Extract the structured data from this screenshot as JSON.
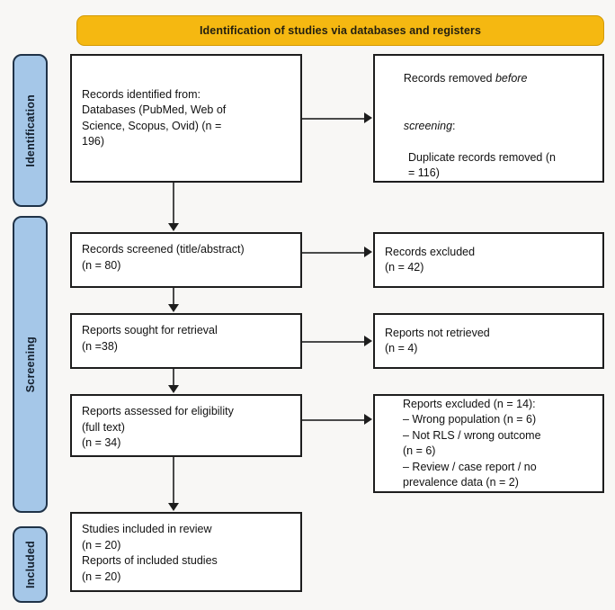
{
  "banner": {
    "title": "Identification of studies via databases and registers"
  },
  "colors": {
    "banner_fill": "#f5b811",
    "banner_border": "#d39a05",
    "stage_fill": "#a5c7e8",
    "stage_border": "#1f3247",
    "box_border": "#1d1d1d",
    "background": "#f8f7f5",
    "connector": "#4a4a4a"
  },
  "stages": [
    {
      "id": "identification",
      "label": "Identification"
    },
    {
      "id": "screening",
      "label": "Screening"
    },
    {
      "id": "included",
      "label": "Included"
    }
  ],
  "boxes": {
    "identified": {
      "lines": [
        "Records identified from:",
        "Databases (PubMed, Web of",
        "Science, Scopus, Ovid) (n =",
        "196)"
      ]
    },
    "removed": {
      "line1_plain": "Records removed ",
      "line1_italic": "before",
      "line2_italic": "screening",
      "line2_plain": ":",
      "line3": "Duplicate records removed (n",
      "line4": "= 116)"
    },
    "screened": {
      "lines": [
        "Records screened (title/abstract)",
        "(n = 80)"
      ]
    },
    "excluded": {
      "lines": [
        "Records excluded",
        "(n = 42)"
      ]
    },
    "sought": {
      "lines": [
        "Reports sought for retrieval",
        "(n =38)"
      ]
    },
    "not_retrieved": {
      "lines": [
        "Reports not retrieved",
        "(n = 4)"
      ]
    },
    "eligibility": {
      "lines": [
        "Reports assessed for eligibility",
        "(full text)",
        "(n = 34)"
      ]
    },
    "reports_excluded": {
      "lines": [
        "Reports excluded (n = 14):",
        "– Wrong population (n = 6)",
        "– Not RLS / wrong outcome",
        "(n = 6)",
        "– Review / case report / no",
        "prevalence data (n = 2)"
      ]
    },
    "included": {
      "lines": [
        "Studies included in review",
        "(n = 20)",
        "Reports of included studies",
        "(n = 20)"
      ]
    }
  },
  "chart_data": {
    "type": "diagram",
    "title": "PRISMA 2020 flow diagram",
    "subtitle": "Identification of studies via databases and registers",
    "nodes": [
      {
        "id": "identified",
        "stage": "Identification",
        "label": "Records identified from: Databases (PubMed, Web of Science, Scopus, Ovid)",
        "n": 196
      },
      {
        "id": "removed",
        "stage": "Identification",
        "label": "Records removed before screening: Duplicate records removed",
        "n": 116
      },
      {
        "id": "screened",
        "stage": "Screening",
        "label": "Records screened (title/abstract)",
        "n": 80
      },
      {
        "id": "excluded",
        "stage": "Screening",
        "label": "Records excluded",
        "n": 42
      },
      {
        "id": "sought",
        "stage": "Screening",
        "label": "Reports sought for retrieval",
        "n": 38
      },
      {
        "id": "not_retrieved",
        "stage": "Screening",
        "label": "Reports not retrieved",
        "n": 4
      },
      {
        "id": "eligibility",
        "stage": "Screening",
        "label": "Reports assessed for eligibility (full text)",
        "n": 34
      },
      {
        "id": "reports_excluded",
        "stage": "Screening",
        "label": "Reports excluded",
        "n": 14,
        "reasons": [
          {
            "label": "Wrong population",
            "n": 6
          },
          {
            "label": "Not RLS / wrong outcome",
            "n": 6
          },
          {
            "label": "Review / case report / no prevalence data",
            "n": 2
          }
        ]
      },
      {
        "id": "studies_included",
        "stage": "Included",
        "label": "Studies included in review",
        "n": 20
      },
      {
        "id": "reports_included",
        "stage": "Included",
        "label": "Reports of included studies",
        "n": 20
      }
    ],
    "edges": [
      {
        "from": "identified",
        "to": "removed",
        "direction": "right"
      },
      {
        "from": "identified",
        "to": "screened",
        "direction": "down"
      },
      {
        "from": "screened",
        "to": "excluded",
        "direction": "right"
      },
      {
        "from": "screened",
        "to": "sought",
        "direction": "down"
      },
      {
        "from": "sought",
        "to": "not_retrieved",
        "direction": "right"
      },
      {
        "from": "sought",
        "to": "eligibility",
        "direction": "down"
      },
      {
        "from": "eligibility",
        "to": "reports_excluded",
        "direction": "right"
      },
      {
        "from": "eligibility",
        "to": "studies_included",
        "direction": "down"
      }
    ]
  }
}
